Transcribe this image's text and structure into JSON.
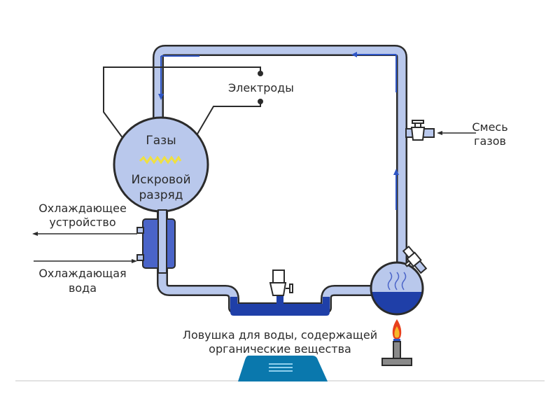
{
  "diagram": {
    "title": "Miller–Urey experiment apparatus",
    "labels": {
      "electrodes": "Электроды",
      "gases": "Газы",
      "spark_line1": "Искровой",
      "spark_line2": "разряд",
      "gas_mix_line1": "Смесь",
      "gas_mix_line2": "газов",
      "condenser_line1": "Охлаждающее",
      "condenser_line2": "устройство",
      "cooling_water_line1": "Охлаждающая",
      "cooling_water_line2": "вода",
      "trap_line1": "Ловушка для воды, содержащей",
      "trap_line2": "органические вещества"
    },
    "colors": {
      "tube_fill": "#b9c8ec",
      "water": "#1f3fa8",
      "outline": "#2b2b2b",
      "spark": "#f0e040",
      "flame_outer": "#e8401c",
      "flame_inner": "#f7b72a",
      "burner": "#8a8a8a",
      "bottom_tab": "#0a78ad"
    },
    "icons": [
      "menu-icon"
    ]
  }
}
